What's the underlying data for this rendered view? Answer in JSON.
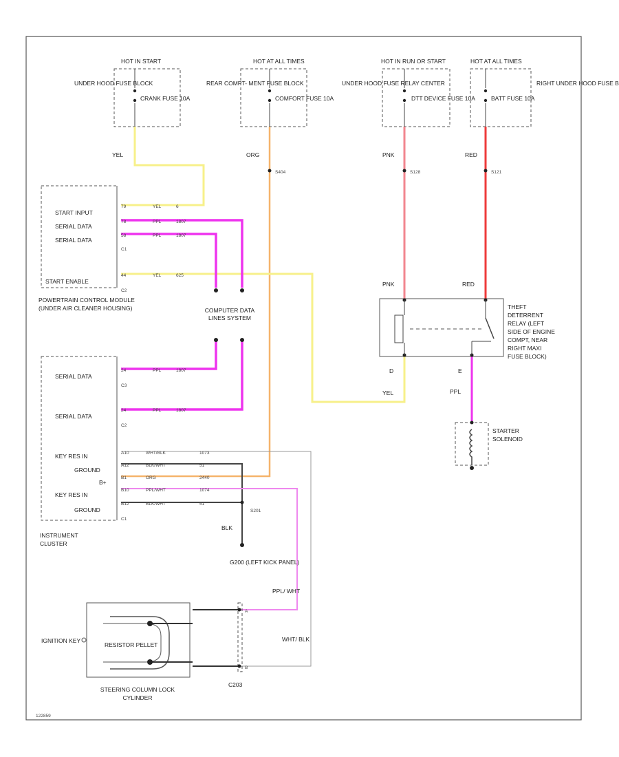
{
  "fuses": [
    {
      "hot": "HOT IN START",
      "location": "UNDER HOOD FUSE BLOCK",
      "fuse": "CRANK FUSE 10A"
    },
    {
      "hot": "HOT AT ALL TIMES",
      "location": "REAR COMPT- MENT FUSE BLOCK",
      "fuse": "COMFORT FUSE 10A"
    },
    {
      "hot": "HOT IN RUN OR START",
      "location": "UNDER HOOD FUSE RELAY CENTER",
      "fuse": "DTT DEVICE FUSE 10A"
    },
    {
      "hot": "HOT AT ALL TIMES",
      "location": "RIGHT UNDER HOOD FUSE BLOCK",
      "fuse": "BATT FUSE 10A"
    }
  ],
  "wire_colors": {
    "yel": "YEL",
    "org": "ORG",
    "pnk": "PNK",
    "red": "RED",
    "ppl": "PPL",
    "blk": "BLK",
    "ppl_wht": "PPL/ WHT",
    "wht_blk": "WHT/ BLK"
  },
  "splices": {
    "s404": "S404",
    "s128": "S128",
    "s121": "S121",
    "s201": "S201"
  },
  "pcm": {
    "name": "POWERTRAIN CONTROL MODULE (UNDER AIR CLEANER HOUSING)",
    "pins": [
      {
        "label": "START INPUT",
        "pin": "79",
        "wire": "YEL",
        "circuit": "6"
      },
      {
        "label": "SERIAL DATA",
        "pin": "78",
        "wire": "PPL",
        "circuit": "1807"
      },
      {
        "label": "SERIAL DATA",
        "pin": "58",
        "wire": "PPL",
        "circuit": "1807"
      },
      {
        "label": "START ENABLE",
        "pin": "44",
        "wire": "YEL",
        "circuit": "625"
      }
    ],
    "c1": "C1",
    "c2": "C2"
  },
  "computer_data_lines": "COMPUTER DATA LINES SYSTEM",
  "cluster": {
    "name": "INSTRUMENT CLUSTER",
    "serial": [
      {
        "label": "SERIAL DATA",
        "pin": "24",
        "wire": "PPL",
        "circuit": "1807",
        "conn": "C3"
      },
      {
        "label": "SERIAL DATA",
        "pin": "24",
        "wire": "PPL",
        "circuit": "1807",
        "conn": "C2"
      }
    ],
    "pins": [
      {
        "label": "KEY RES IN",
        "pin": "A10",
        "wire": "WHT/BLK",
        "circuit": "1073"
      },
      {
        "label": "GROUND",
        "pin": "A12",
        "wire": "BLK/WHT",
        "circuit": "51"
      },
      {
        "label": "B+",
        "pin": "B1",
        "wire": "ORG",
        "circuit": "2440"
      },
      {
        "label": "KEY RES IN",
        "pin": "B10",
        "wire": "PPL/WHT",
        "circuit": "1074"
      },
      {
        "label": "GROUND",
        "pin": "B12",
        "wire": "BLK/WHT",
        "circuit": "51"
      }
    ],
    "c1": "C1"
  },
  "relay": {
    "name": "THEFT DETERRENT RELAY (LEFT SIDE OF ENGINE COMPT, NEAR RIGHT MAXI FUSE BLOCK)",
    "term_d": "D",
    "term_e": "E"
  },
  "starter": "STARTER SOLENOID",
  "ground": "G200 (LEFT KICK PANEL)",
  "ignition": {
    "key": "IGNITION KEY",
    "resistor": "RESISTOR PELLET",
    "cylinder": "STEERING COLUMN LOCK CYLINDER",
    "c203": "C203",
    "pin_a": "A",
    "pin_b": "B"
  },
  "code": "122859"
}
